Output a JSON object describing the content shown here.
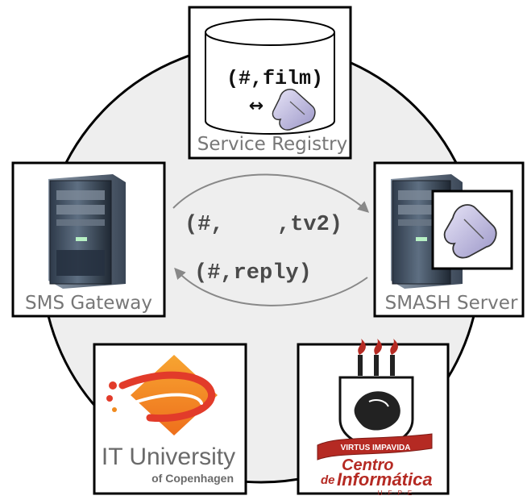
{
  "registry": {
    "title": "Service Registry",
    "entry": "(#,film)",
    "arrow": "↔"
  },
  "nodes": {
    "gateway_label": "SMS Gateway",
    "server_label": "SMASH Server"
  },
  "messages": {
    "request_left": "(#,",
    "request_right": ",tv2)",
    "reply": "(#,reply)"
  },
  "logos": {
    "itu_line1": "IT University",
    "itu_line2": "of Copenhagen",
    "ufpe_motto": "VIRTUS IMPAVIDA",
    "ufpe_centro": "Centro",
    "ufpe_de": "de",
    "ufpe_informatica": "Informática",
    "ufpe_abbr": "U · F · P · E"
  },
  "colors": {
    "circle_fill": "#eeeeee",
    "frame": "#000000",
    "arrow_gray": "#888888",
    "itu_orange": "#f08a1e",
    "itu_red": "#e23b2a",
    "ufpe_red": "#b52a23"
  }
}
